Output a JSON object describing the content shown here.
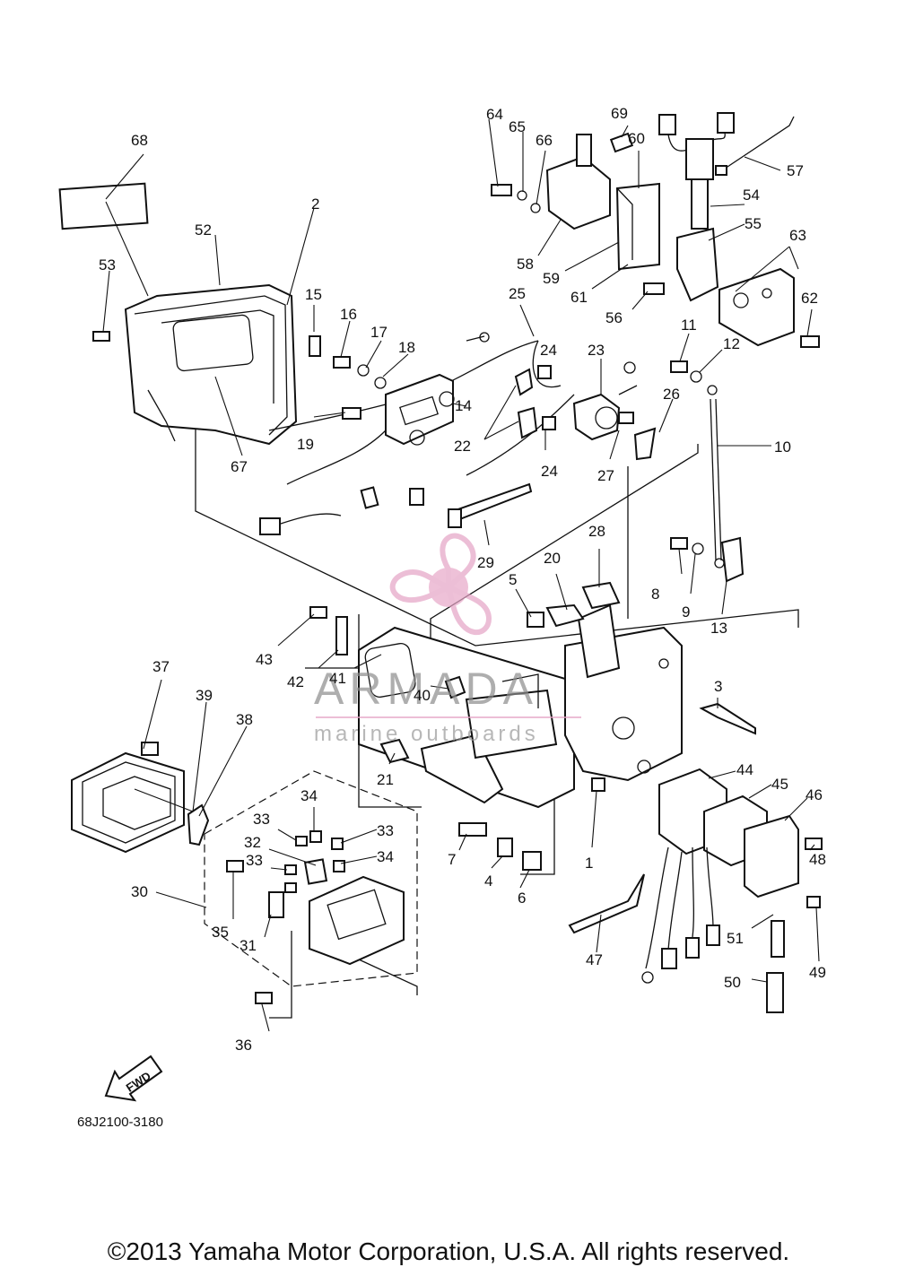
{
  "diagram": {
    "part_code": "68J2100-3180",
    "copyright": "©2013 Yamaha Motor Corporation, U.S.A. All rights reserved.",
    "fwd_label": "FWD",
    "watermark": {
      "brand": "ARMADA",
      "tagline": "marine outboards"
    },
    "callouts": [
      "1",
      "2",
      "3",
      "4",
      "5",
      "6",
      "7",
      "8",
      "9",
      "10",
      "11",
      "12",
      "13",
      "14",
      "15",
      "16",
      "17",
      "18",
      "19",
      "20",
      "21",
      "22",
      "22",
      "23",
      "24",
      "24",
      "25",
      "26",
      "27",
      "28",
      "29",
      "30",
      "31",
      "32",
      "33",
      "33",
      "33",
      "34",
      "34",
      "35",
      "36",
      "37",
      "38",
      "39",
      "40",
      "41",
      "42",
      "43",
      "44",
      "45",
      "46",
      "47",
      "48",
      "49",
      "50",
      "51",
      "52",
      "53",
      "54",
      "55",
      "56",
      "57",
      "58",
      "59",
      "60",
      "61",
      "62",
      "63",
      "64",
      "65",
      "66",
      "67",
      "68",
      "69"
    ]
  }
}
